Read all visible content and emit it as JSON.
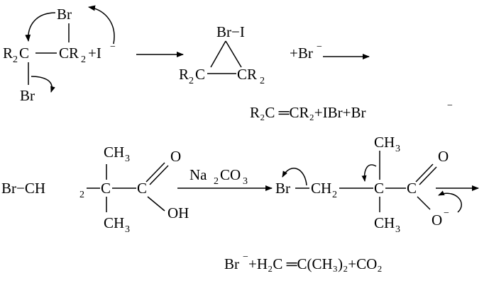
{
  "scheme1": {
    "top_br": "Br",
    "r2c_left": "R",
    "r2c_left_sub": "2",
    "r2c_left_c": "C",
    "cr2_c": "CR",
    "cr2_sub": "2",
    "plus_i": "+I",
    "i_charge": "−",
    "bottom_br": "Br",
    "bridge_br_i": "Br−I",
    "ring_left_r": "R",
    "ring_left_sub": "2",
    "ring_left_c": "C",
    "ring_right_cr": "CR",
    "ring_right_sub": "2",
    "plus_br": "+Br",
    "br_charge": "−",
    "product": "R₂C ═CR₂+IBr+Br",
    "product_charge": "−"
  },
  "scheme2": {
    "br_ch2": "Br−CH",
    "ch2_sub": "2",
    "ch3_top": "CH",
    "ch3_top_sub": "3",
    "center_c": "C",
    "carbonyl_c": "C",
    "oxygen": "O",
    "oh": "OH",
    "ch3_bottom": "CH",
    "ch3_bottom_sub": "3",
    "reagent": "Na",
    "reagent_sub1": "2",
    "reagent_mid": "CO",
    "reagent_sub2": "3",
    "br2": "Br",
    "ch2b": "CH",
    "ch2b_sub": "2",
    "ch3_top2": "CH",
    "ch3_top2_sub": "3",
    "center_c2": "C",
    "carbonyl_c2": "C",
    "oxygen2": "O",
    "o_minus": "O",
    "o_minus_charge": "−",
    "ch3_bottom2": "CH",
    "ch3_bottom2_sub": "3",
    "final_products": "Br",
    "final_charge": "−",
    "final_rest": "+H₂C ═C(CH₃)₂+CO₂"
  }
}
